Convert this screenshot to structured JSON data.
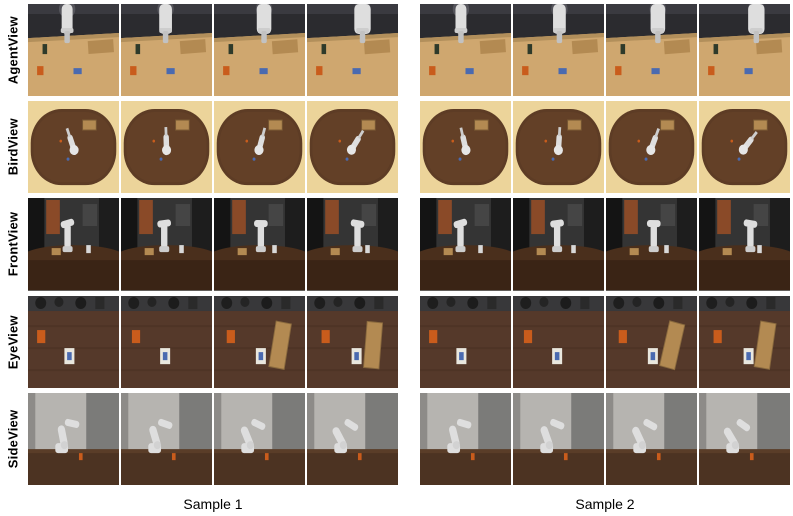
{
  "figure": {
    "rows": [
      {
        "label": "AgentView",
        "scene": "agent"
      },
      {
        "label": "BirdView",
        "scene": "bird"
      },
      {
        "label": "FrontView",
        "scene": "front"
      },
      {
        "label": "EyeView",
        "scene": "eye"
      },
      {
        "label": "SideView",
        "scene": "side"
      }
    ],
    "samples": [
      {
        "label": "Sample 1",
        "frames": 4
      },
      {
        "label": "Sample 2",
        "frames": 4
      }
    ]
  },
  "colors": {
    "bg_dark": "#2b2b2f",
    "bg_top": "#3a3a40",
    "table_tan": "#cfa76f",
    "table_tan_edge": "#b28f5b",
    "floor_tan": "#ecd49a",
    "table_dark": "#5d3c25",
    "table_front_top": "#4a2f1c",
    "table_front_body": "#3a2415",
    "eye_wood": "#55392a",
    "wood_plank": "#b38a52",
    "robot_white": "#dedede",
    "robot_gray": "#cdcdcd",
    "door_brown": "#8a4a28",
    "wall_light": "#b6b4b0",
    "wall_mid": "#7b7b79",
    "side_table": "#4c3322",
    "obj_orange": "#c95c1c",
    "obj_blue": "#4a6ab0",
    "obj_green": "#2e3a2a",
    "card_white": "#e9e7de"
  }
}
